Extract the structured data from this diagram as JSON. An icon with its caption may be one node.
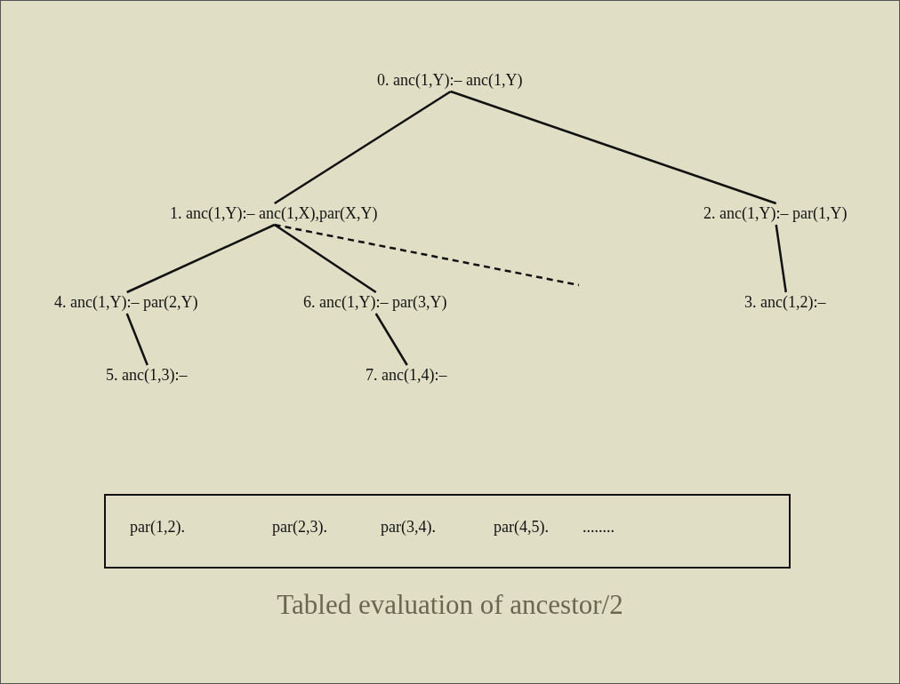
{
  "diagram": {
    "caption": "Tabled evaluation of ancestor/2",
    "nodes": [
      {
        "text": [
          "0. anc(1,Y):– anc(1,Y)"
        ]
      },
      {
        "text": [
          "1. anc(1,Y):– anc(1,X),par(X,Y)"
        ]
      },
      {
        "text": [
          "2. anc(1,Y):– par(1,Y)"
        ]
      },
      {
        "text": [
          "4. anc(1,Y):– par(2,Y)"
        ]
      },
      {
        "text": [
          "6. anc(1,Y):– par(3,Y)"
        ]
      },
      {
        "text": [
          "3. anc(1,2):–"
        ]
      },
      {
        "text": [
          "5. anc(1,3):–"
        ]
      },
      {
        "text": [
          "7. anc(1,4):–"
        ]
      },
      {
        "text": [
          "par(1,2).",
          "par(2,3).",
          "par(3,4).",
          "par(4,5).",
          "........"
        ]
      }
    ],
    "edges": [
      {
        "from": 0,
        "to": 1,
        "arrow": "none"
      },
      {
        "from": 0,
        "to": 2,
        "arrow": "none"
      },
      {
        "from": 1,
        "to": 3,
        "arrow": "none"
      },
      {
        "from": 1,
        "to": 4,
        "arrow": "none"
      },
      {
        "from": 1,
        "to": null,
        "arrow": "none",
        "style": "dashed"
      },
      {
        "from": 2,
        "to": 5,
        "arrow": "none"
      },
      {
        "from": 3,
        "to": 6,
        "arrow": "none"
      },
      {
        "from": 4,
        "to": 7,
        "arrow": "none"
      }
    ]
  }
}
